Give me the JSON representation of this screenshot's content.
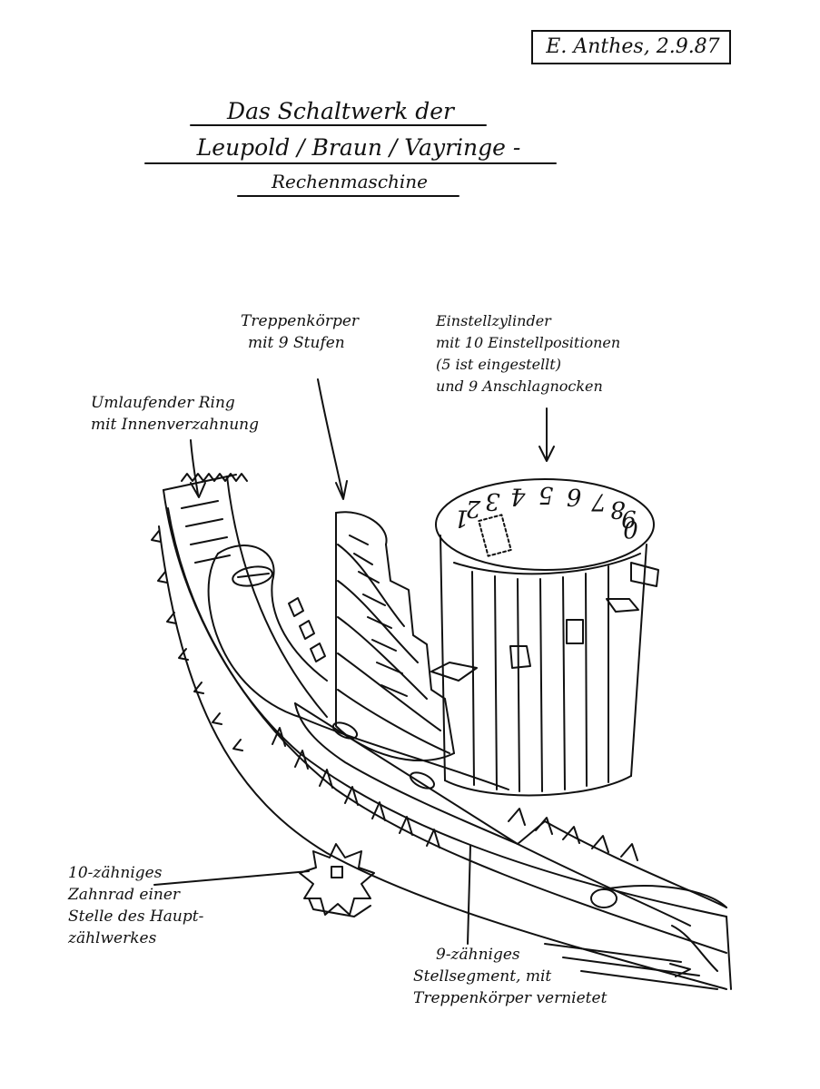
{
  "signature": "E. Anthes, 2.9.87",
  "title": {
    "line1": "Das Schaltwerk der",
    "line2": "Leupold / Braun / Vayringe -",
    "line3": "Rechenmaschine"
  },
  "labels": {
    "treppenkoerper": [
      "Treppenkörper",
      "mit 9 Stufen"
    ],
    "einstellzylinder": [
      "Einstellzylinder",
      "mit 10 Einstellpositionen",
      "(5 ist eingestellt)",
      "und 9 Anschlagnocken"
    ],
    "ring": [
      "Umlaufender Ring",
      "mit Innenverzahnung"
    ],
    "zahnrad": [
      "10-zähniges",
      "Zahnrad einer",
      "Stelle des Haupt-",
      "zählwerkes"
    ],
    "stellsegment": [
      "9-zähniges",
      "Stellsegment, mit",
      "Treppenkörper vernietet"
    ]
  },
  "cylinder_numbers": [
    "0",
    "9",
    "8",
    "7",
    "6",
    "5",
    "4",
    "3",
    "2",
    "1"
  ]
}
